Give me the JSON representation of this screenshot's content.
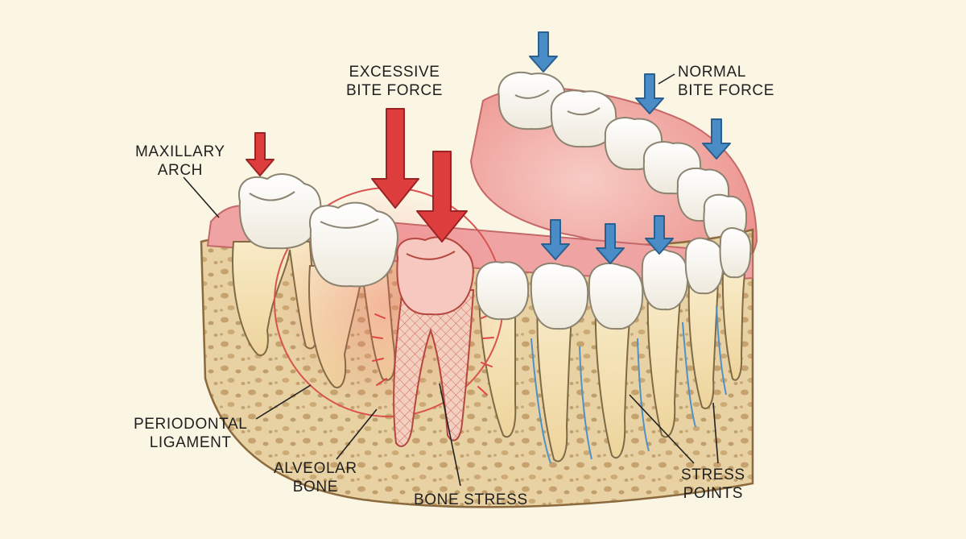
{
  "labels": {
    "excessive_bite_force": [
      "EXCESSIVE",
      "BITE FORCE"
    ],
    "normal_bite_force": [
      "NORMAL",
      "BITE FORCE"
    ],
    "maxillary_arch": [
      "MAXILLARY",
      "ARCH"
    ],
    "periodontal_ligament": [
      "PERIODONTAL",
      "LIGAMENT"
    ],
    "alveolar_bone": [
      "ALVEOLAR",
      "BONE"
    ],
    "bone_stress": "BONE STRESS",
    "stress_points": [
      "STRESS",
      "POINTS"
    ]
  },
  "colors": {
    "background": "#fbf5e4",
    "excessive_force_arrow": "#dd3d3d",
    "normal_force_arrow": "#4a8cc6",
    "gum": "#f0a3a3",
    "bone": "#e8d2a3",
    "tooth_crown": "#fbfaf5",
    "tooth_root": "#f1e1b2",
    "stress_highlight": "#e04545",
    "stress_lines": "#4f92c9"
  },
  "icons": {
    "excessive_force": "arrow-down-red-icon",
    "normal_force": "arrow-down-blue-icon"
  }
}
